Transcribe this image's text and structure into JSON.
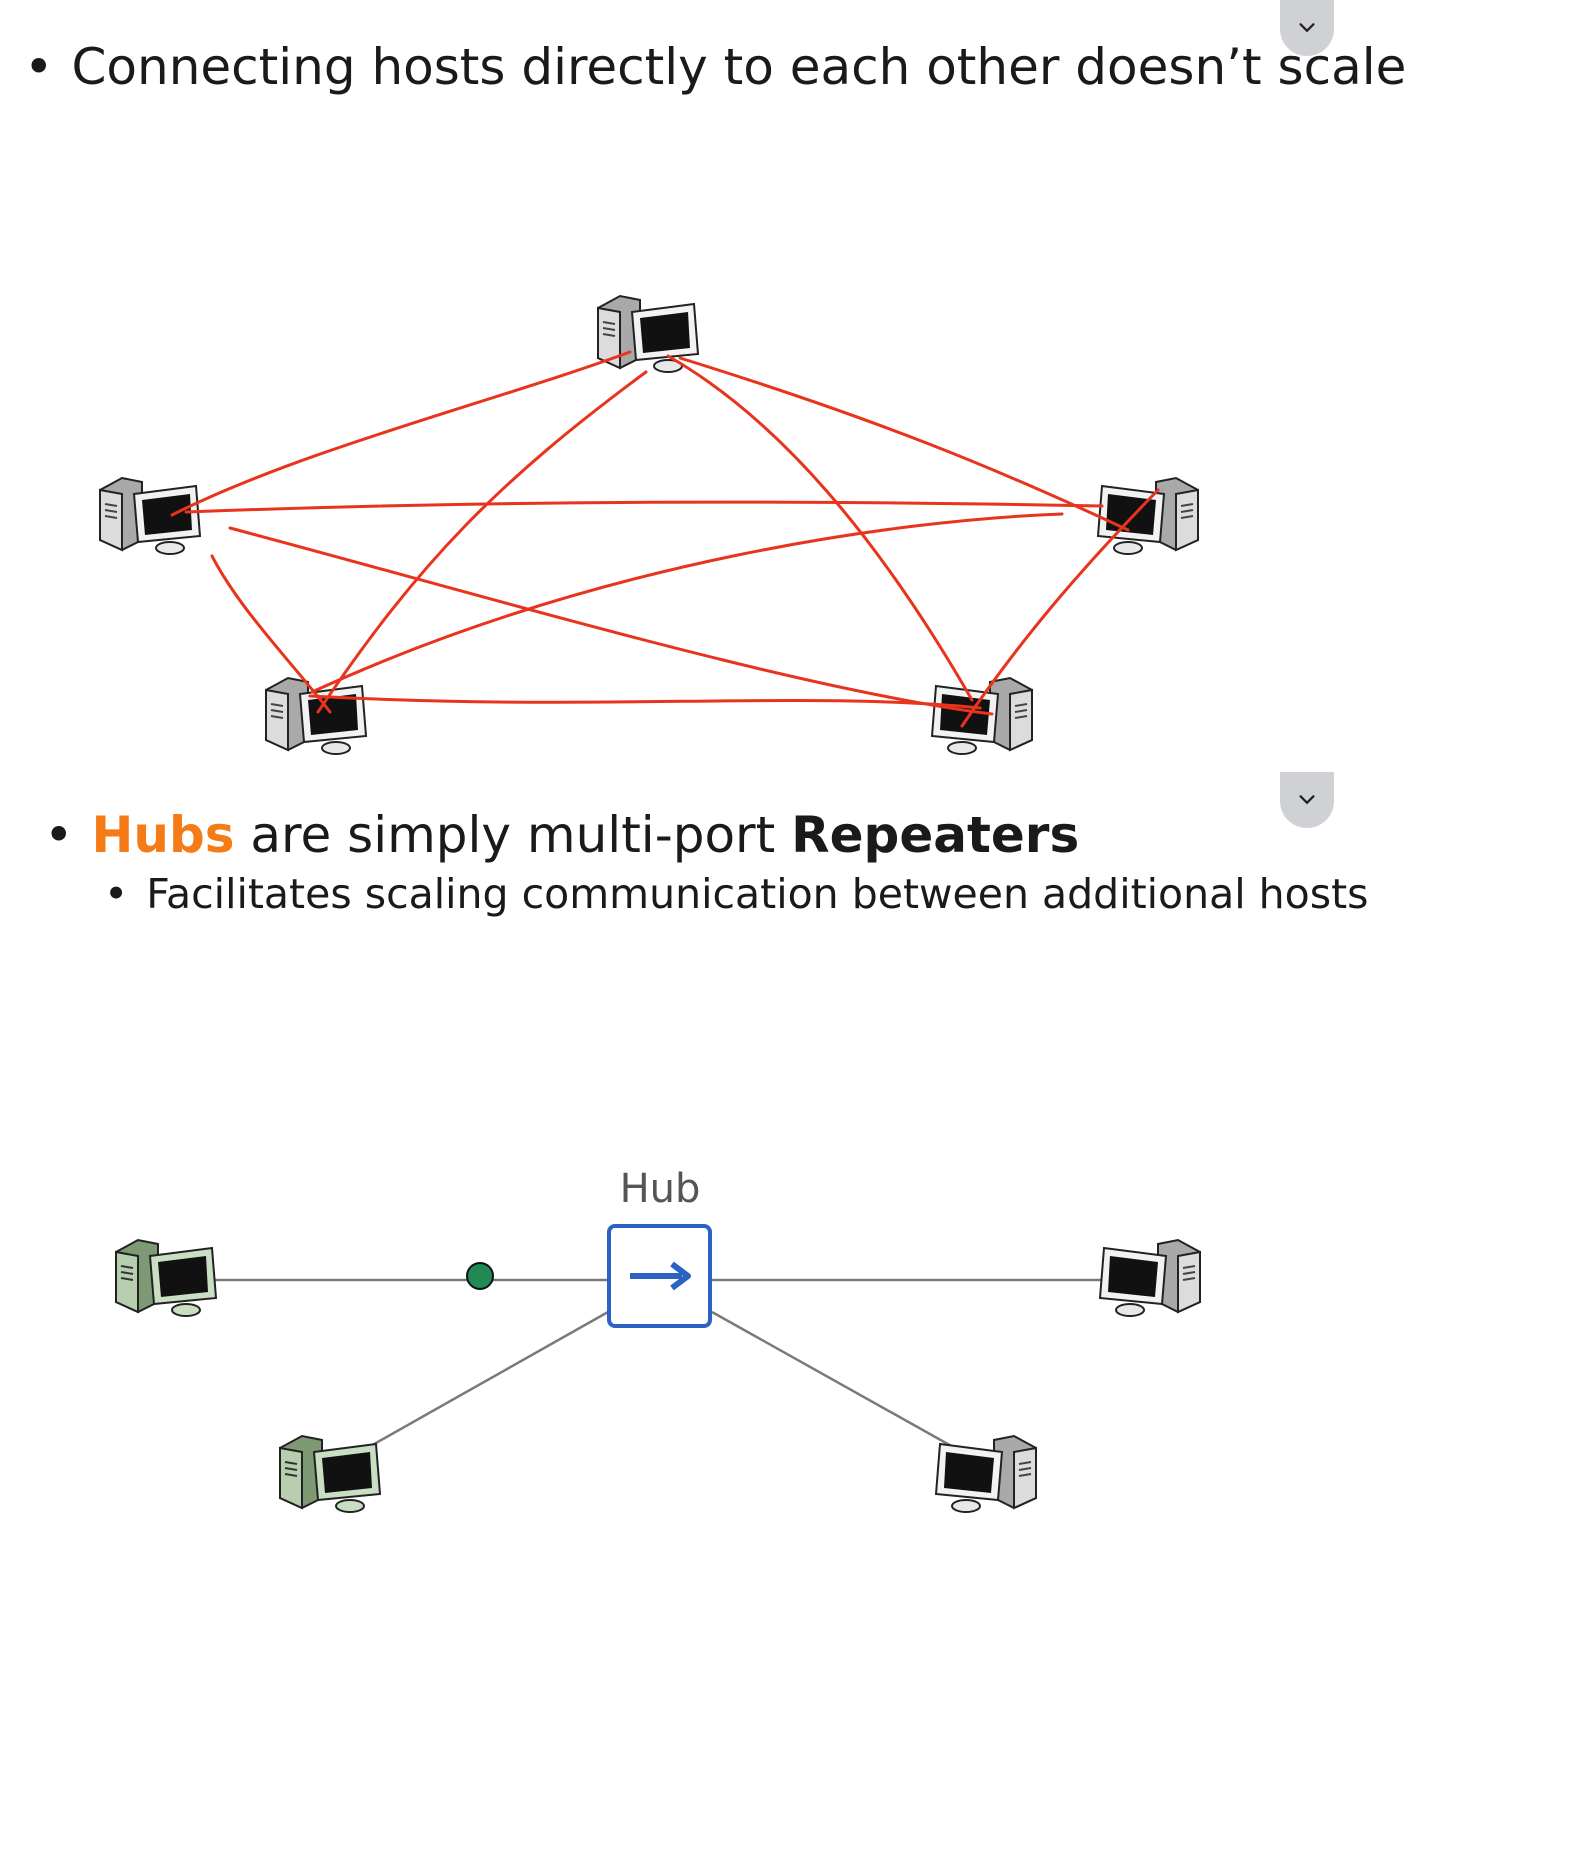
{
  "slide1": {
    "bullet": "Connecting hosts directly to each other doesn’t scale"
  },
  "slide2": {
    "bullet_hubs": "Hubs",
    "bullet_middle": " are simply multi-port ",
    "bullet_repeaters": "Repeaters",
    "sub_bullet": "Facilitates scaling communication between additional hosts",
    "hub_label": "Hub"
  },
  "buttons": {
    "collapse_icon": "chevron-down-icon"
  },
  "colors": {
    "mesh_line": "#e8341c",
    "hub_border": "#2b62c4",
    "hub_arrow": "#2b62c4",
    "packet_dot": "#1f8a55",
    "accent_orange": "#f47b16",
    "sender_green": "#9bb890"
  }
}
